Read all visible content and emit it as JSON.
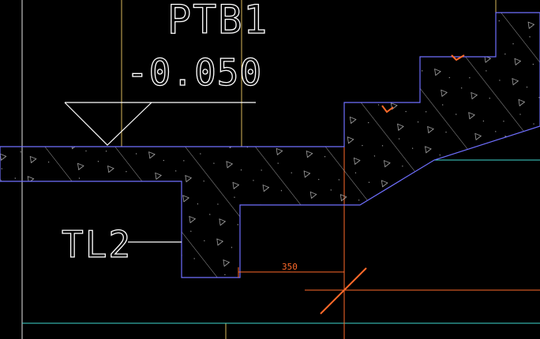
{
  "drawing": {
    "slab_label": "PTB1",
    "elevation_label": "-0.050",
    "beam_label": "TL2",
    "dimension_value": "350"
  },
  "colors": {
    "background": "#000000",
    "concrete_outline": "#6f6fff",
    "grid_yellow": "#d8b75a",
    "grid_white": "#e6e6e6",
    "cyan_line": "#3fd9d0",
    "dimension": "#ff6a2a",
    "hatch": "#bfbfbf",
    "text": "#ffffff"
  }
}
